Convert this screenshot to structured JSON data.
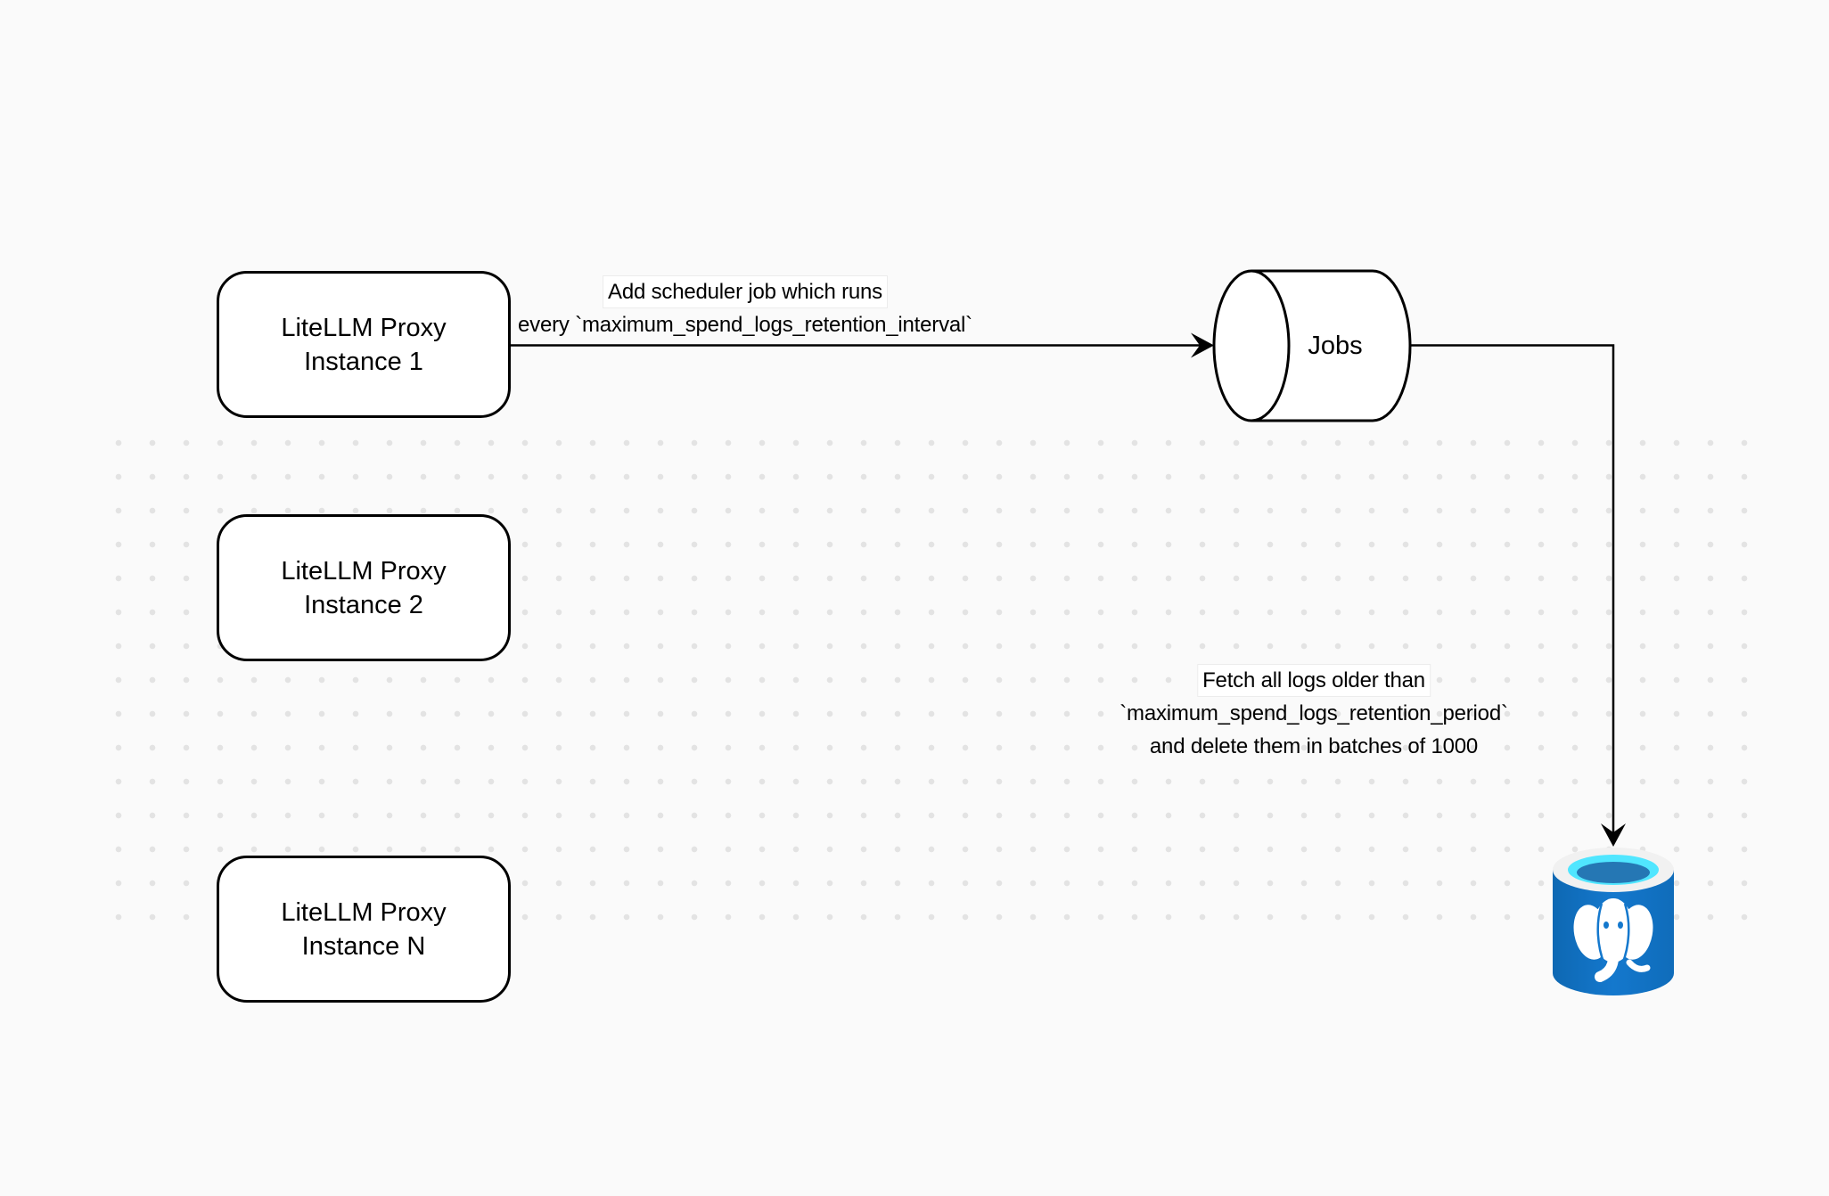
{
  "nodes": {
    "instance1": {
      "line1": "LiteLLM Proxy",
      "line2": "Instance 1"
    },
    "instance2": {
      "line1": "LiteLLM Proxy",
      "line2": "Instance 2"
    },
    "instanceN": {
      "line1": "LiteLLM Proxy",
      "line2": "Instance N"
    },
    "jobs": {
      "label": "Jobs"
    }
  },
  "edges": {
    "scheduler": {
      "line1": "Add scheduler job which runs",
      "line2": "every `maximum_spend_logs_retention_interval`"
    },
    "cleanup": {
      "line1": "Fetch all logs older than",
      "line2": "`maximum_spend_logs_retention_period`",
      "line3": "and delete them in batches of 1000"
    }
  },
  "icons": {
    "postgresql": {
      "name": "postgresql-database-icon"
    }
  },
  "colors": {
    "canvas_background": "#fafafa",
    "dot_grid": "#e3e3e3",
    "shape_stroke": "#000000",
    "shape_fill": "#ffffff",
    "postgres_body_blue": "#1173c5",
    "postgres_rim": "#f1f1f1",
    "postgres_opening_cyan": "#50e6ff",
    "postgres_opening_inner": "#2577b4",
    "postgres_elephant": "#ffffff"
  }
}
